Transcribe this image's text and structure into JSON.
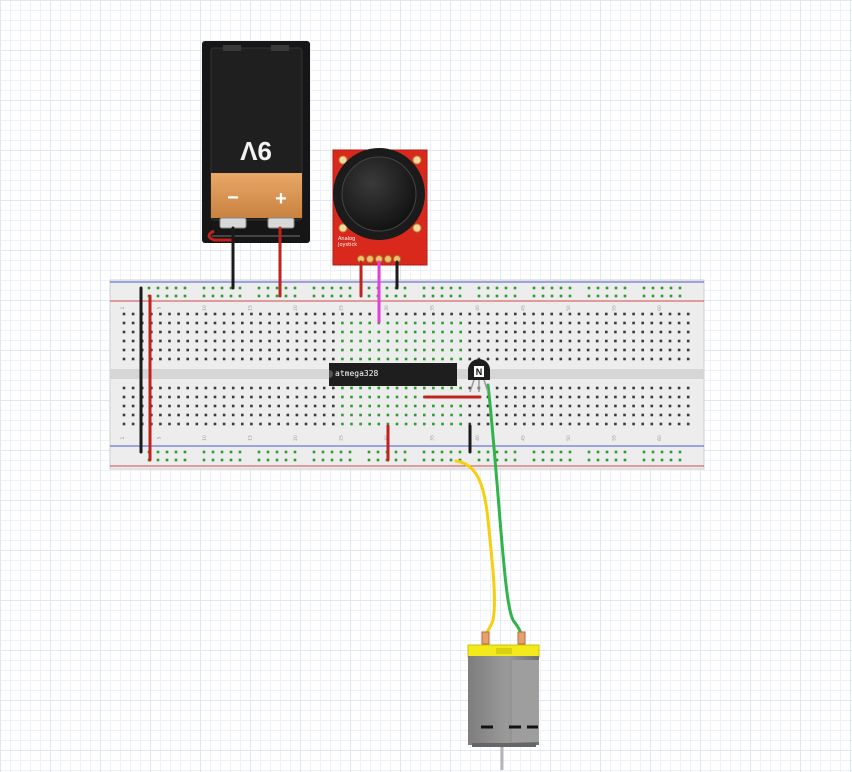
{
  "battery": {
    "label": "9V",
    "minus": "−",
    "plus": "+"
  },
  "chip": {
    "label": "atmega328"
  },
  "transistor": {
    "label": "N"
  },
  "joystick": {
    "label_line1": "Analog",
    "label_line2": "Joystick"
  },
  "breadboard": {
    "column_labels": [
      "1",
      "5",
      "10",
      "15",
      "20",
      "25",
      "30",
      "35",
      "40",
      "45",
      "50",
      "55",
      "60"
    ]
  },
  "colors": {
    "wire_black": "#1a1a1a",
    "wire_red": "#c0231b",
    "wire_magenta": "#e040d8",
    "wire_yellow": "#f5cf10",
    "wire_green": "#2fb34a",
    "pcb_red": "#d9281c",
    "battery_copper": "#d99a57",
    "motor_yellow": "#f2ea1a",
    "motor_grey": "#8a8a8a",
    "hole_green": "#2c9a2c"
  }
}
